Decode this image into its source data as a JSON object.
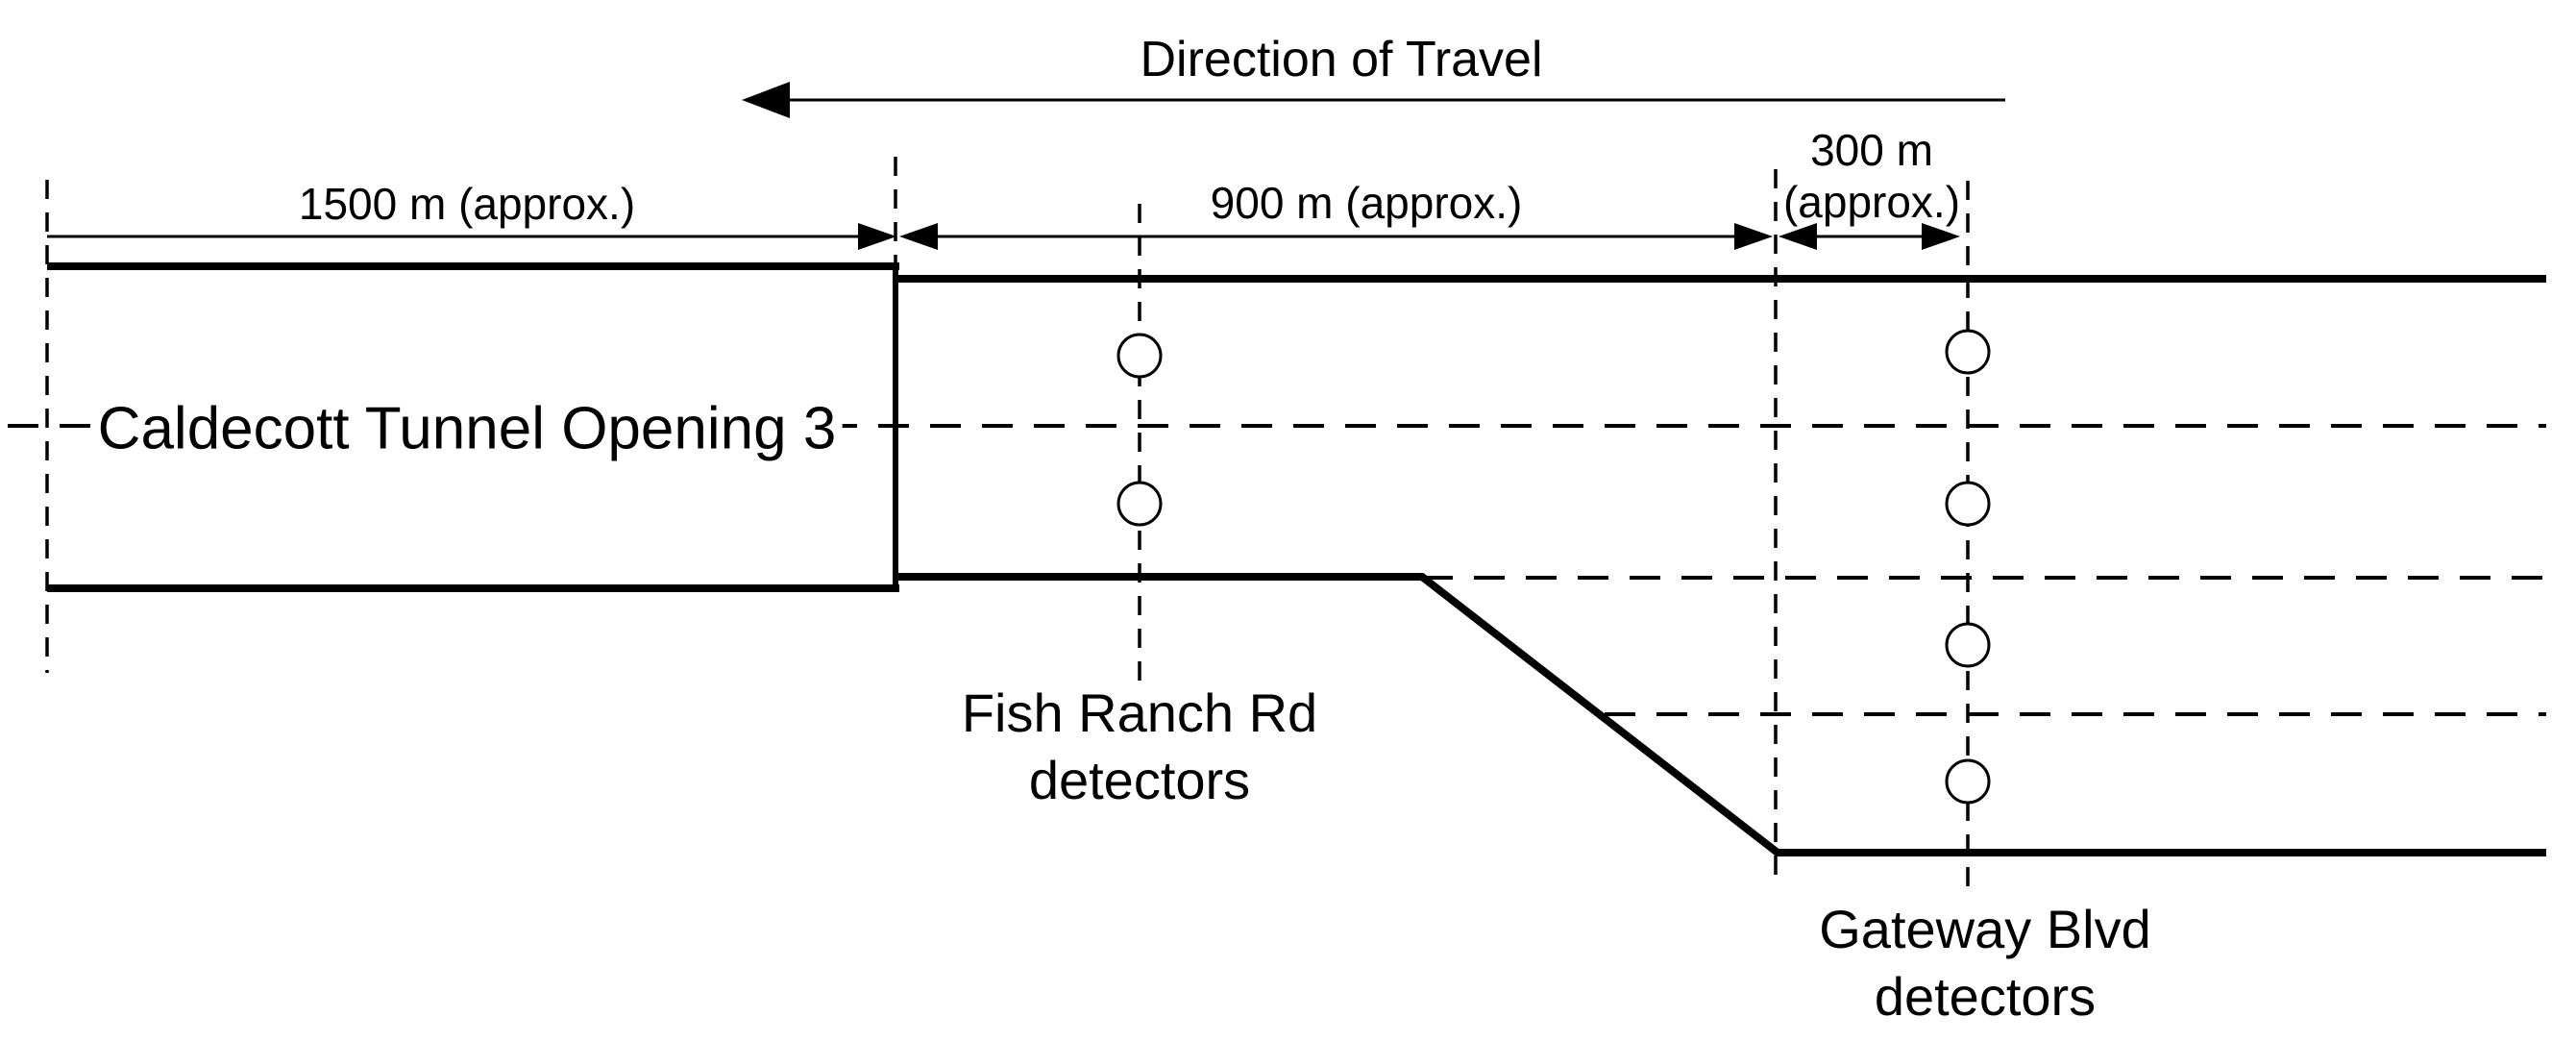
{
  "diagram": {
    "direction": {
      "label": "Direction of Travel"
    },
    "dimensions": {
      "tunnel_length": "1500 m (approx.)",
      "fish_ranch_to_tunnel": "900 m (approx.)",
      "gateway_to_fish_ranch_line1": "300 m",
      "gateway_to_fish_ranch_line2": "(approx.)"
    },
    "tunnel": {
      "label": "Caldecott Tunnel Opening 3"
    },
    "fish_ranch": {
      "line1": "Fish Ranch Rd",
      "line2": "detectors",
      "detector_count": 2
    },
    "gateway": {
      "line1": "Gateway Blvd",
      "line2": "detectors",
      "detector_count": 4
    },
    "colors": {
      "ink": "#000000",
      "background": "#ffffff"
    }
  }
}
